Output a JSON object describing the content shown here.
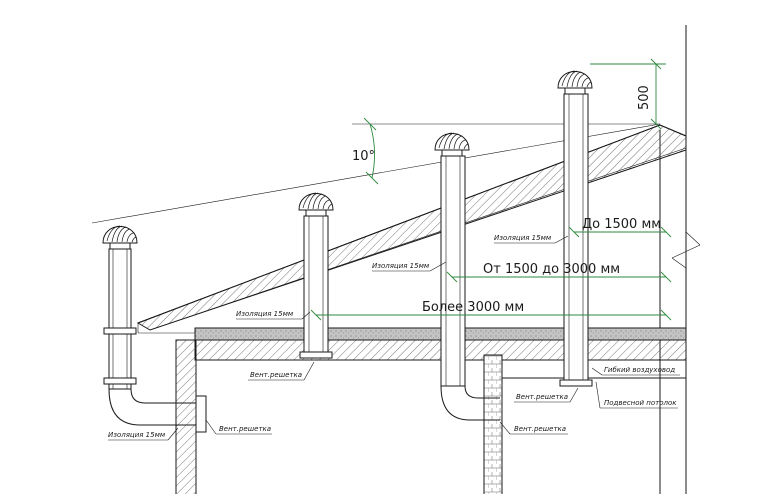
{
  "dimensions": {
    "angle": "10°",
    "height_500": "500",
    "up_to_1500": "До 1500 мм",
    "from_1500_to_3000": "От 1500 до 3000 мм",
    "over_3000": "Более 3000 мм"
  },
  "notes": {
    "insulation_1": "Изоляция 15мм",
    "insulation_2": "Изоляция 15мм",
    "insulation_3": "Изоляция 15мм",
    "insulation_4": "Изоляция 15мм",
    "vent_grille_1": "Вент.решетка",
    "vent_grille_2": "Вент.решетка",
    "vent_grille_3": "Вент.решетка",
    "vent_grille_4": "Вент.решетка",
    "flexible_duct": "Гибкий воздуховод",
    "suspended_ceiling": "Подвесной потолок"
  },
  "colors": {
    "line": "#1a1a1a",
    "dimension": "#2d8a3e",
    "hatch": "#555555",
    "insulation_fill": "#b5b5b5"
  }
}
